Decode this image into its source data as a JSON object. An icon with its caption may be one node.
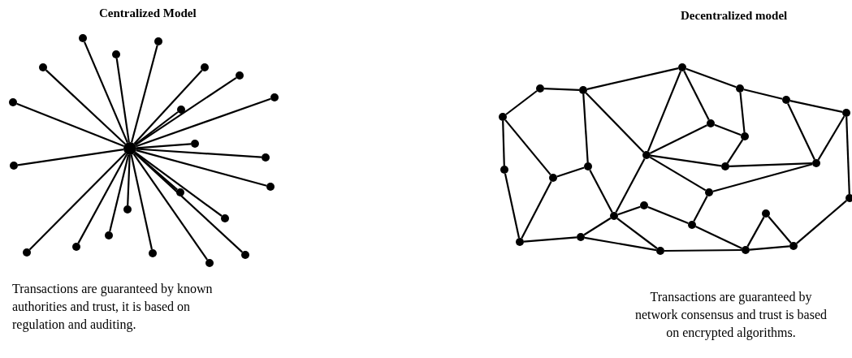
{
  "diagram": {
    "nodes": [
      {
        "text": [],
        "shape": "circle"
      },
      {
        "text": [],
        "shape": "circle"
      },
      {
        "text": [],
        "shape": "circle"
      },
      {
        "text": [],
        "shape": "circle"
      },
      {
        "text": [],
        "shape": "circle"
      },
      {
        "text": [],
        "shape": "circle"
      },
      {
        "text": [],
        "shape": "circle"
      },
      {
        "text": [],
        "shape": "circle"
      },
      {
        "text": [],
        "shape": "circle"
      },
      {
        "text": [],
        "shape": "circle"
      },
      {
        "text": [],
        "shape": "circle"
      },
      {
        "text": [],
        "shape": "circle"
      },
      {
        "text": [],
        "shape": "circle"
      },
      {
        "text": [],
        "shape": "circle"
      },
      {
        "text": [],
        "shape": "circle"
      },
      {
        "text": [],
        "shape": "circle"
      },
      {
        "text": [],
        "shape": "circle"
      },
      {
        "text": [],
        "shape": "circle"
      },
      {
        "text": [],
        "shape": "circle"
      },
      {
        "text": [],
        "shape": "circle"
      },
      {
        "text": [],
        "shape": "circle"
      },
      {
        "text": [],
        "shape": "circle"
      },
      {
        "text": [],
        "shape": "circle"
      },
      {
        "text": [],
        "shape": "circle"
      },
      {
        "text": [],
        "shape": "circle"
      },
      {
        "text": [],
        "shape": "circle"
      },
      {
        "text": [],
        "shape": "circle"
      },
      {
        "text": [],
        "shape": "circle"
      },
      {
        "text": [],
        "shape": "circle"
      },
      {
        "text": [],
        "shape": "circle"
      },
      {
        "text": [],
        "shape": "circle"
      },
      {
        "text": [],
        "shape": "circle"
      },
      {
        "text": [],
        "shape": "circle"
      },
      {
        "text": [],
        "shape": "circle"
      },
      {
        "text": [],
        "shape": "circle"
      },
      {
        "text": [],
        "shape": "circle"
      },
      {
        "text": [],
        "shape": "circle"
      },
      {
        "text": [],
        "shape": "circle"
      },
      {
        "text": [],
        "shape": "circle"
      },
      {
        "text": [],
        "shape": "circle"
      },
      {
        "text": [],
        "shape": "circle"
      },
      {
        "text": [],
        "shape": "circle"
      },
      {
        "text": [],
        "shape": "circle"
      },
      {
        "text": [],
        "shape": "circle"
      },
      {
        "text": [],
        "shape": "circle"
      },
      {
        "text": [],
        "shape": "circle"
      },
      {
        "text": [],
        "shape": "circle"
      },
      {
        "text": [],
        "shape": "circle"
      },
      {
        "text": [],
        "shape": "circle"
      }
    ],
    "edges": [
      {
        "from": 0,
        "to": 1,
        "arrow": "none"
      },
      {
        "from": 0,
        "to": 2,
        "arrow": "none"
      },
      {
        "from": 0,
        "to": 3,
        "arrow": "none"
      },
      {
        "from": 0,
        "to": 4,
        "arrow": "none"
      },
      {
        "from": 0,
        "to": 5,
        "arrow": "none"
      },
      {
        "from": 0,
        "to": 6,
        "arrow": "none"
      },
      {
        "from": 0,
        "to": 7,
        "arrow": "none"
      },
      {
        "from": 0,
        "to": 8,
        "arrow": "none"
      },
      {
        "from": 0,
        "to": 9,
        "arrow": "none"
      },
      {
        "from": 0,
        "to": 10,
        "arrow": "none"
      },
      {
        "from": 0,
        "to": 11,
        "arrow": "none"
      },
      {
        "from": 0,
        "to": 12,
        "arrow": "none"
      },
      {
        "from": 0,
        "to": 13,
        "arrow": "none"
      },
      {
        "from": 0,
        "to": 14,
        "arrow": "none"
      },
      {
        "from": 0,
        "to": 15,
        "arrow": "none"
      },
      {
        "from": 0,
        "to": 16,
        "arrow": "none"
      },
      {
        "from": 0,
        "to": 17,
        "arrow": "none"
      },
      {
        "from": 0,
        "to": 18,
        "arrow": "none"
      },
      {
        "from": 0,
        "to": 19,
        "arrow": "none"
      },
      {
        "from": 0,
        "to": 20,
        "arrow": "none"
      },
      {
        "from": 0,
        "to": 21,
        "arrow": "none"
      },
      {
        "from": 0,
        "to": 22,
        "arrow": "none"
      },
      {
        "from": 29,
        "to": 24,
        "arrow": "none"
      },
      {
        "from": 24,
        "to": 25,
        "arrow": "none"
      },
      {
        "from": 25,
        "to": 23,
        "arrow": "none"
      },
      {
        "from": 23,
        "to": 26,
        "arrow": "none"
      },
      {
        "from": 26,
        "to": 27,
        "arrow": "none"
      },
      {
        "from": 27,
        "to": 28,
        "arrow": "none"
      },
      {
        "from": 29,
        "to": 35,
        "arrow": "none"
      },
      {
        "from": 29,
        "to": 37,
        "arrow": "none"
      },
      {
        "from": 25,
        "to": 36,
        "arrow": "none"
      },
      {
        "from": 25,
        "to": 32,
        "arrow": "none"
      },
      {
        "from": 23,
        "to": 32,
        "arrow": "none"
      },
      {
        "from": 23,
        "to": 30,
        "arrow": "none"
      },
      {
        "from": 30,
        "to": 32,
        "arrow": "none"
      },
      {
        "from": 30,
        "to": 31,
        "arrow": "none"
      },
      {
        "from": 26,
        "to": 31,
        "arrow": "none"
      },
      {
        "from": 31,
        "to": 33,
        "arrow": "none"
      },
      {
        "from": 32,
        "to": 33,
        "arrow": "none"
      },
      {
        "from": 33,
        "to": 34,
        "arrow": "none"
      },
      {
        "from": 27,
        "to": 34,
        "arrow": "none"
      },
      {
        "from": 28,
        "to": 34,
        "arrow": "none"
      },
      {
        "from": 34,
        "to": 38,
        "arrow": "none"
      },
      {
        "from": 32,
        "to": 38,
        "arrow": "none"
      },
      {
        "from": 32,
        "to": 41,
        "arrow": "none"
      },
      {
        "from": 36,
        "to": 37,
        "arrow": "none"
      },
      {
        "from": 36,
        "to": 41,
        "arrow": "none"
      },
      {
        "from": 35,
        "to": 45,
        "arrow": "none"
      },
      {
        "from": 37,
        "to": 45,
        "arrow": "none"
      },
      {
        "from": 45,
        "to": 44,
        "arrow": "none"
      },
      {
        "from": 44,
        "to": 41,
        "arrow": "none"
      },
      {
        "from": 41,
        "to": 40,
        "arrow": "none"
      },
      {
        "from": 41,
        "to": 46,
        "arrow": "none"
      },
      {
        "from": 44,
        "to": 46,
        "arrow": "none"
      },
      {
        "from": 46,
        "to": 47,
        "arrow": "none"
      },
      {
        "from": 40,
        "to": 43,
        "arrow": "none"
      },
      {
        "from": 38,
        "to": 43,
        "arrow": "none"
      },
      {
        "from": 43,
        "to": 47,
        "arrow": "none"
      },
      {
        "from": 47,
        "to": 42,
        "arrow": "none"
      },
      {
        "from": 42,
        "to": 48,
        "arrow": "none"
      },
      {
        "from": 47,
        "to": 48,
        "arrow": "none"
      },
      {
        "from": 48,
        "to": 39,
        "arrow": "none"
      },
      {
        "from": 28,
        "to": 39,
        "arrow": "none"
      }
    ],
    "labels": [
      "Centralized Model",
      "Decentralized model",
      "Transactions are guaranteed by known authorities and trust, it is based on regulation and auditing.",
      "Transactions are guaranteed by network consensus and trust is based on encrypted algorithms."
    ]
  }
}
